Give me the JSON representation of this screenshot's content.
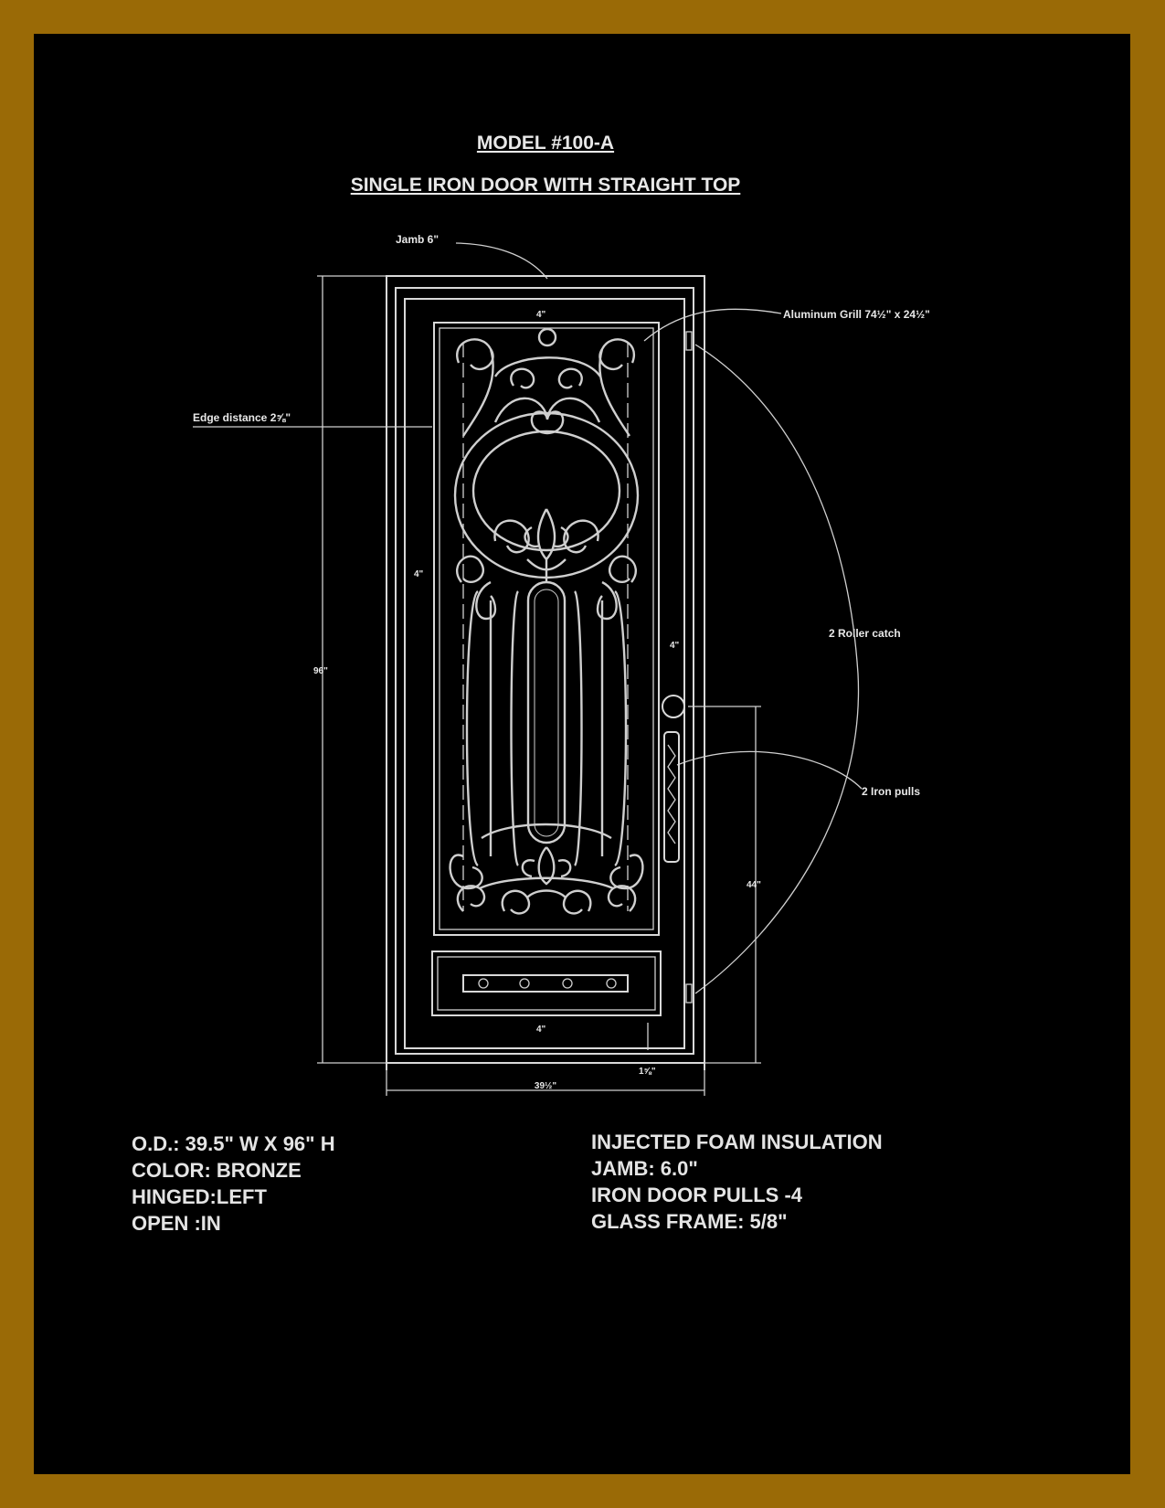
{
  "title": "MODEL #100-A",
  "subtitle": "SINGLE  IRON  DOOR  WITH STRAIGHT TOP",
  "callouts": {
    "jamb": "Jamb 6\"",
    "grill": "Aluminum Grill 74½\" x 24½\"",
    "edge": "Edge distance 2⅝\"",
    "roller": "2 Roller catch",
    "pulls": "2 Iron pulls"
  },
  "dimensions": {
    "top": "4\"",
    "left": "4\"",
    "right": "4\"",
    "bottom": "4\"",
    "height": "96\"",
    "handle_height": "44\"",
    "width": "39½\"",
    "threshold": "1⅝\""
  },
  "specs_left": [
    "O.D.: 39.5\" W X 96\" H",
    "COLOR: BRONZE",
    "HINGED:LEFT",
    "OPEN :IN"
  ],
  "specs_right": [
    "INJECTED FOAM INSULATION",
    "JAMB: 6.0\"",
    "IRON DOOR PULLS -4",
    "GLASS FRAME: 5/8\""
  ],
  "colors": {
    "border": "#9a6a06",
    "background": "#000000",
    "lines": "#d9d9d9"
  }
}
